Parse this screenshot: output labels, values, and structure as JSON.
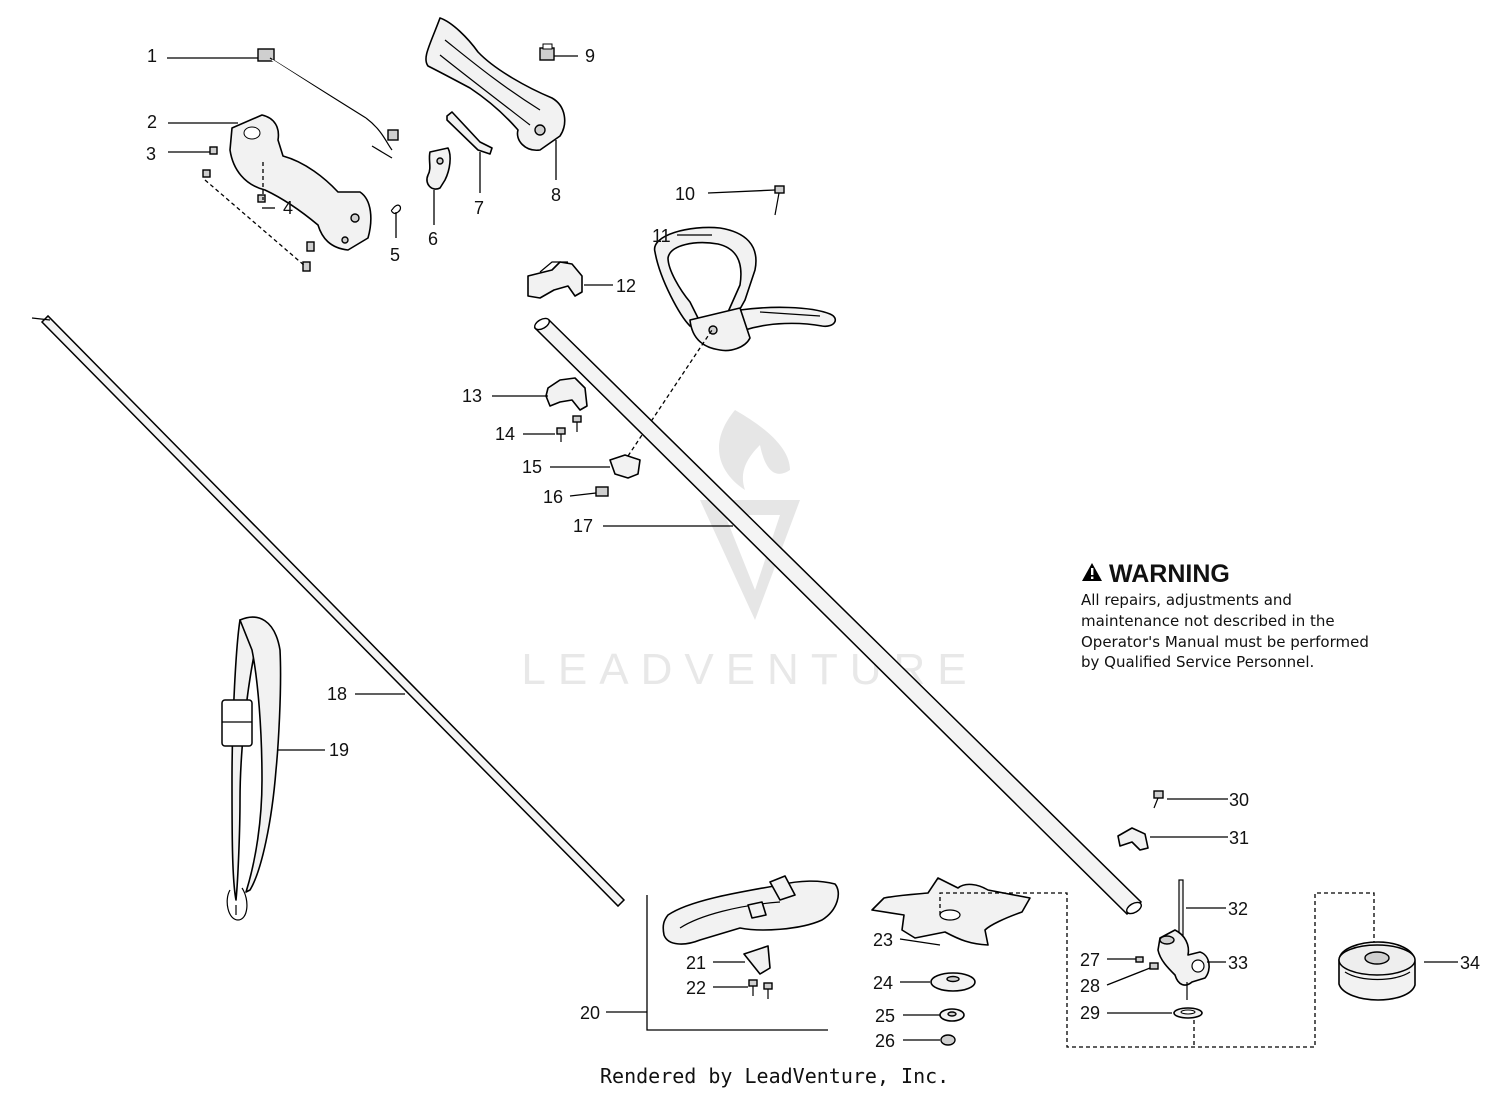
{
  "watermark": {
    "text": "LEADVENTURE"
  },
  "warning": {
    "title": "WARNING",
    "text": "All repairs, adjustments and maintenance not described in the Operator's Manual must be performed by Qualified Service Personnel."
  },
  "footer": {
    "credit": "Rendered by LeadVenture, Inc."
  },
  "callouts": [
    {
      "n": "1",
      "label": "1"
    },
    {
      "n": "2",
      "label": "2"
    },
    {
      "n": "3",
      "label": "3"
    },
    {
      "n": "4",
      "label": "4"
    },
    {
      "n": "5",
      "label": "5"
    },
    {
      "n": "6",
      "label": "6"
    },
    {
      "n": "7",
      "label": "7"
    },
    {
      "n": "8",
      "label": "8"
    },
    {
      "n": "9",
      "label": "9"
    },
    {
      "n": "10",
      "label": "10"
    },
    {
      "n": "11",
      "label": "11"
    },
    {
      "n": "12",
      "label": "12"
    },
    {
      "n": "13",
      "label": "13"
    },
    {
      "n": "14",
      "label": "14"
    },
    {
      "n": "15",
      "label": "15"
    },
    {
      "n": "16",
      "label": "16"
    },
    {
      "n": "17",
      "label": "17"
    },
    {
      "n": "18",
      "label": "18"
    },
    {
      "n": "19",
      "label": "19"
    },
    {
      "n": "20",
      "label": "20"
    },
    {
      "n": "21",
      "label": "21"
    },
    {
      "n": "22",
      "label": "22"
    },
    {
      "n": "23",
      "label": "23"
    },
    {
      "n": "24",
      "label": "24"
    },
    {
      "n": "25",
      "label": "25"
    },
    {
      "n": "26",
      "label": "26"
    },
    {
      "n": "27",
      "label": "27"
    },
    {
      "n": "28",
      "label": "28"
    },
    {
      "n": "29",
      "label": "29"
    },
    {
      "n": "30",
      "label": "30"
    },
    {
      "n": "31",
      "label": "31"
    },
    {
      "n": "32",
      "label": "32"
    },
    {
      "n": "33",
      "label": "33"
    },
    {
      "n": "34",
      "label": "34"
    }
  ]
}
